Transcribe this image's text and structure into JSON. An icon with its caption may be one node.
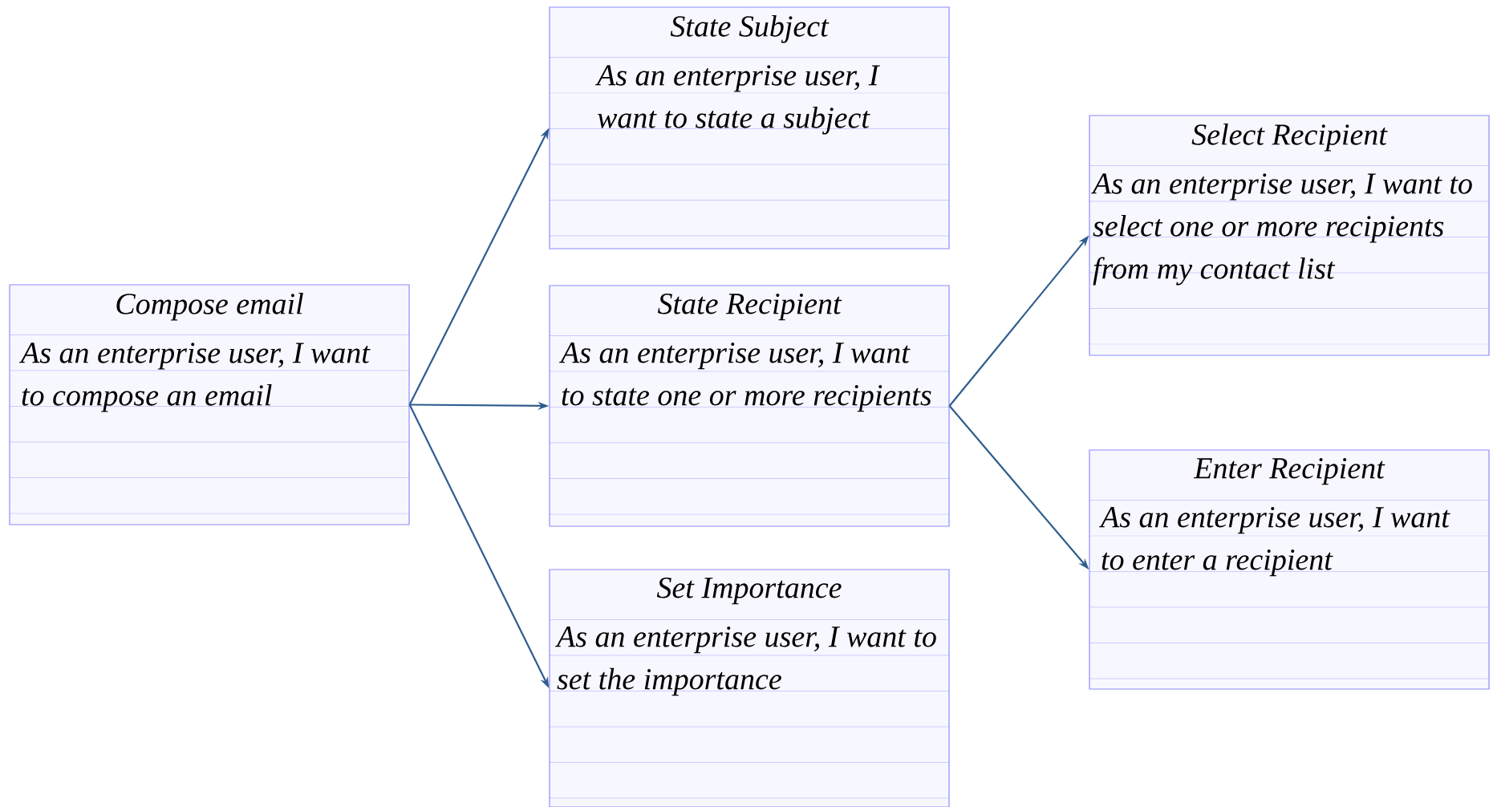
{
  "diagram": {
    "nodes": [
      {
        "text": [
          "Compose email",
          "As an enterprise user, I want to compose an email"
        ]
      },
      {
        "text": [
          "State Subject",
          "As an enterprise user, I want to state a subject"
        ]
      },
      {
        "text": [
          "State Recipient",
          "As an enterprise user, I want to state one or more recipients"
        ]
      },
      {
        "text": [
          "Set Importance",
          "As an enterprise user, I want to set the importance"
        ]
      },
      {
        "text": [
          "Select Recipient",
          "As an enterprise user, I want to select one or more recipients from my contact list"
        ]
      },
      {
        "text": [
          "Enter Recipient",
          "As an enterprise user, I want to enter a recipient"
        ]
      }
    ],
    "edges": [
      {
        "from": 0,
        "to": 1,
        "arrow": "to"
      },
      {
        "from": 0,
        "to": 2,
        "arrow": "to"
      },
      {
        "from": 0,
        "to": 3,
        "arrow": "to"
      },
      {
        "from": 2,
        "to": 4,
        "arrow": "to"
      },
      {
        "from": 2,
        "to": 5,
        "arrow": "to"
      }
    ]
  }
}
